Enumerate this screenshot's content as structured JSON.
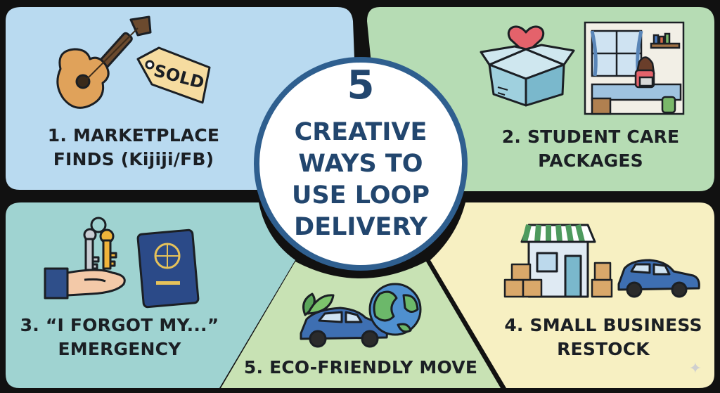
{
  "center": {
    "number": "5",
    "title_lines": [
      "CREATIVE",
      "WAYS TO",
      "USE LOOP",
      "DELIVERY"
    ]
  },
  "panels": [
    {
      "id": "marketplace",
      "lines": [
        "1. MARKETPLACE",
        "FINDS (Kijiji/FB)"
      ],
      "tag_text": "SOLD",
      "color": "#b9daf0"
    },
    {
      "id": "student",
      "lines": [
        "2. STUDENT CARE",
        "PACKAGES"
      ],
      "color": "#b6dcb4"
    },
    {
      "id": "forgot",
      "lines": [
        "3. “I FORGOT MY...”",
        "EMERGENCY"
      ],
      "color": "#9fd3d1"
    },
    {
      "id": "business",
      "lines": [
        "4. SMALL BUSINESS",
        "RESTOCK"
      ],
      "color": "#f7f0c2"
    },
    {
      "id": "eco",
      "lines": [
        "5. ECO-FRIENDLY MOVE"
      ],
      "color": "#c8e2b4"
    }
  ],
  "icons": [
    "guitar-icon",
    "sold-tag-icon",
    "gift-box-icon",
    "dorm-room-icon",
    "keys-icon",
    "hand-icon",
    "passport-icon",
    "storefront-icon",
    "delivery-boxes-icon",
    "small-car-icon",
    "eco-car-icon",
    "leaves-icon",
    "globe-icon",
    "sparkle-icon"
  ],
  "colors": {
    "center_ring": "#2f5f8f",
    "center_text": "#22466e",
    "outline": "#1b1f24"
  }
}
